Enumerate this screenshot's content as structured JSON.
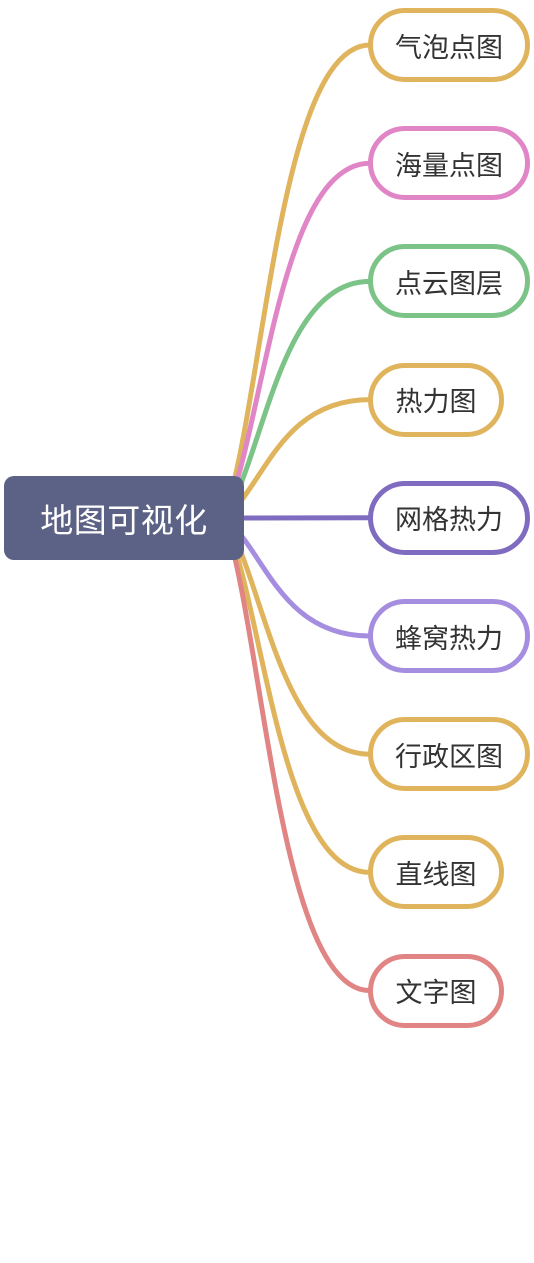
{
  "root": {
    "label": "地图可视化",
    "color": "#5c6285"
  },
  "branches": [
    {
      "label": "气泡点图",
      "color": "#e0b45c"
    },
    {
      "label": "海量点图",
      "color": "#e086c6"
    },
    {
      "label": "点云图层",
      "color": "#7cc387"
    },
    {
      "label": "热力图",
      "color": "#e0b45c"
    },
    {
      "label": "网格热力",
      "color": "#7f6bbf"
    },
    {
      "label": "蜂窝热力",
      "color": "#a58ee0"
    },
    {
      "label": "行政区图",
      "color": "#e0b45c"
    },
    {
      "label": "直线图",
      "color": "#e0b45c"
    },
    {
      "label": "文字图",
      "color": "#e08484"
    }
  ]
}
